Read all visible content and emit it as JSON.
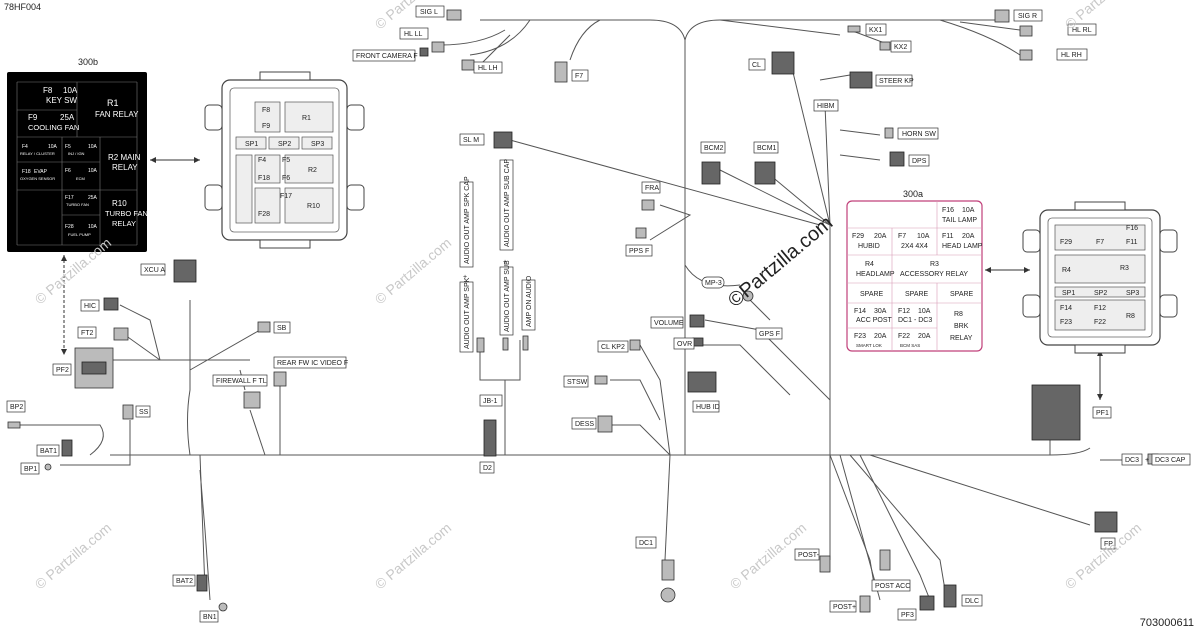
{
  "header_code": "78HF004",
  "footer_code": "703000611",
  "watermark_main": "©Partzilla.com",
  "watermark_small": "© Partzilla.com",
  "fusebox_300b": {
    "title": "300b",
    "cells": [
      [
        "F8",
        "10A",
        "KEY SW"
      ],
      [
        "R1",
        "FAN RELAY"
      ],
      [
        "F9",
        "25A",
        "COOLING FAN"
      ],
      [
        "F4",
        "10A",
        "RELAY / CLUSTER"
      ],
      [
        "F5",
        "10A",
        "INJ / IGN"
      ],
      [
        "R2 MAIN",
        "RELAY"
      ],
      [
        "F18",
        "EVAP",
        "OXYGEN SENSOR"
      ],
      [
        "F6",
        "10A",
        "ECM"
      ],
      [
        "F17",
        "25A",
        "TURBO FAN"
      ],
      [
        "R10",
        "TURBO FAN",
        "RELAY"
      ],
      [
        "F28",
        "10A",
        "FUEL PUMP"
      ]
    ]
  },
  "fusebox_300a": {
    "title": "300a",
    "cells": [
      [
        "F16",
        "10A",
        "TAIL LAMP"
      ],
      [
        "F29",
        "20A",
        "HUBID"
      ],
      [
        "F7",
        "10A",
        "2X4 4X4"
      ],
      [
        "F11",
        "20A",
        "HEAD LAMP"
      ],
      [
        "R4",
        "HEADLAMP"
      ],
      [
        "R3",
        "ACCESSORY RELAY"
      ],
      [
        "SPARE"
      ],
      [
        "SPARE"
      ],
      [
        "SPARE"
      ],
      [
        "F14",
        "30A",
        "ACC POST"
      ],
      [
        "F12",
        "10A",
        "DC1 - DC3"
      ],
      [
        "R8",
        "BRK",
        "RELAY"
      ],
      [
        "F23",
        "20A",
        "SMART LOK"
      ],
      [
        "F22",
        "20A",
        "BCM SAS"
      ]
    ]
  },
  "fuse_block_left_labels": [
    "F8",
    "F9",
    "R1",
    "SP1",
    "SP2",
    "SP3",
    "F4",
    "F5",
    "F18",
    "F6",
    "R2",
    "F17",
    "F28",
    "R10"
  ],
  "fuse_block_right_labels": [
    "F16",
    "F29",
    "F7",
    "F11",
    "R4",
    "R3",
    "SP1",
    "SP2",
    "SP3",
    "F14",
    "F12",
    "F23",
    "R8",
    "F22"
  ],
  "amp_labels": [
    "AUDIO OUT AMP SPK CAP",
    "AUDIO OUT AMP SUB CAP",
    "AUDIO OUT AMP SPK",
    "AUDIO OUT AMP SUB",
    "AMP ON AUDIO"
  ],
  "plus_sign": "+",
  "connectors": {
    "SIG_L": "SIG L",
    "HL_LL": "HL LL",
    "HL_LH": "HL LH",
    "FRONT_CAMERA_F": "FRONT CAMERA F",
    "F7": "F7",
    "KX1": "KX1",
    "KX2": "KX2",
    "SIG_R": "SIG R",
    "HL_RL": "HL RL",
    "HL_RH": "HL RH",
    "CL": "CL",
    "STEER_KP": "STEER KP",
    "HIBM": "HIBM",
    "HORN_SW": "HORN SW",
    "DPS": "DPS",
    "SL_M": "SL M",
    "BCM2": "BCM2",
    "BCM1": "BCM1",
    "FRA": "FRA",
    "PPS_F": "PPS F",
    "MP_3": "MP-3",
    "GPS_F": "GPS F",
    "VOLUME": "VOLUME",
    "OVR": "OVR",
    "CL_KP2": "CL KP2",
    "STSW": "STSW",
    "HUB_ID": "HUB ID",
    "DESS": "DESS",
    "JB_1": "JB-1",
    "D2": "D2",
    "DC1": "DC1",
    "XCU_A": "XCU A",
    "HIC": "HIC",
    "SB": "SB",
    "FT2": "FT2",
    "PF2": "PF2",
    "FIREWALL_F_TL": "FIREWALL F TL",
    "REAR_FW_IC_VIDEO_F": "REAR FW IC VIDEO F",
    "BP2": "BP2",
    "SS": "SS",
    "BAT1": "BAT1",
    "BP1": "BP1",
    "BAT2": "BAT2",
    "BN1": "BN1",
    "PF1": "PF1",
    "DC3": "DC3",
    "DC3_CAP": "DC3 CAP",
    "FP": "FP",
    "POST_MINUS": "POST-",
    "POST_ACC": "POST ACC",
    "POST_PLUS": "POST+",
    "PF3": "PF3",
    "DLC": "DLC"
  }
}
